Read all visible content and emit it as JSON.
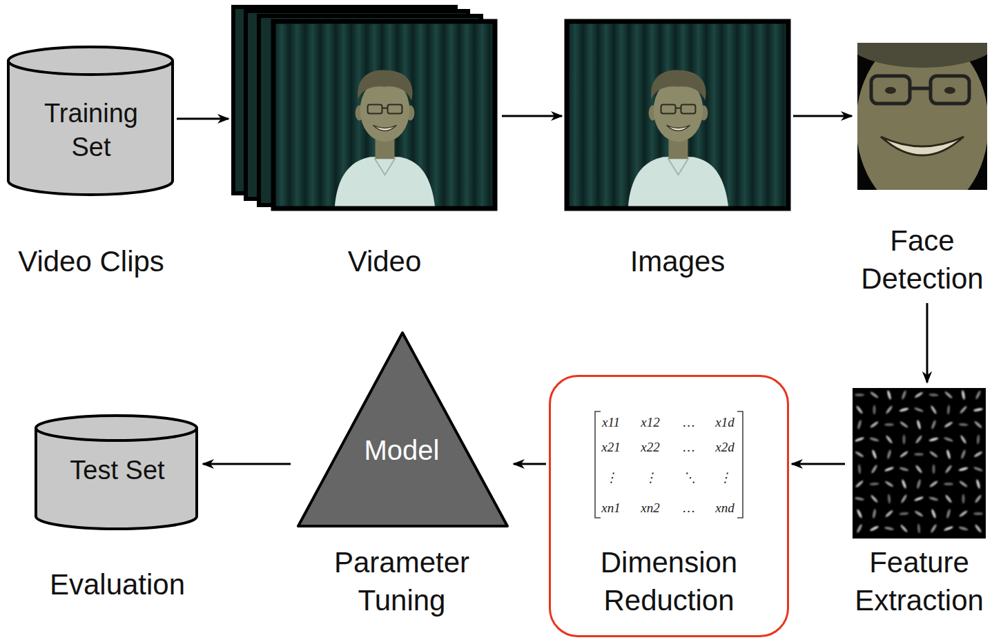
{
  "diagram": {
    "nodes": [
      {
        "text": [
          "Training Set",
          "Video Clips"
        ]
      },
      {
        "text": [
          "Video"
        ]
      },
      {
        "text": [
          "Images"
        ]
      },
      {
        "text": [
          "Face Detection"
        ]
      },
      {
        "text": [
          "Feature Extraction"
        ]
      },
      {
        "text": [
          "Dimension Reduction"
        ]
      },
      {
        "text": [
          "Model",
          "Parameter Tuning"
        ]
      },
      {
        "text": [
          "Test Set",
          "Evaluation"
        ]
      }
    ],
    "edges": [
      {
        "from": 0,
        "to": 1,
        "arrow": "to"
      },
      {
        "from": 1,
        "to": 2,
        "arrow": "to"
      },
      {
        "from": 2,
        "to": 3,
        "arrow": "to"
      },
      {
        "from": 3,
        "to": 4,
        "arrow": "to"
      },
      {
        "from": 4,
        "to": 5,
        "arrow": "to"
      },
      {
        "from": 5,
        "to": 6,
        "arrow": "to"
      },
      {
        "from": 6,
        "to": 7,
        "arrow": "to"
      }
    ],
    "labels": [
      "x11",
      "x12",
      "…",
      "x1d",
      "x21",
      "x22",
      "…",
      "x2d",
      "⋮",
      "⋮",
      "⋱",
      "⋮",
      "xn1",
      "xn2",
      "…",
      "xnd"
    ]
  }
}
